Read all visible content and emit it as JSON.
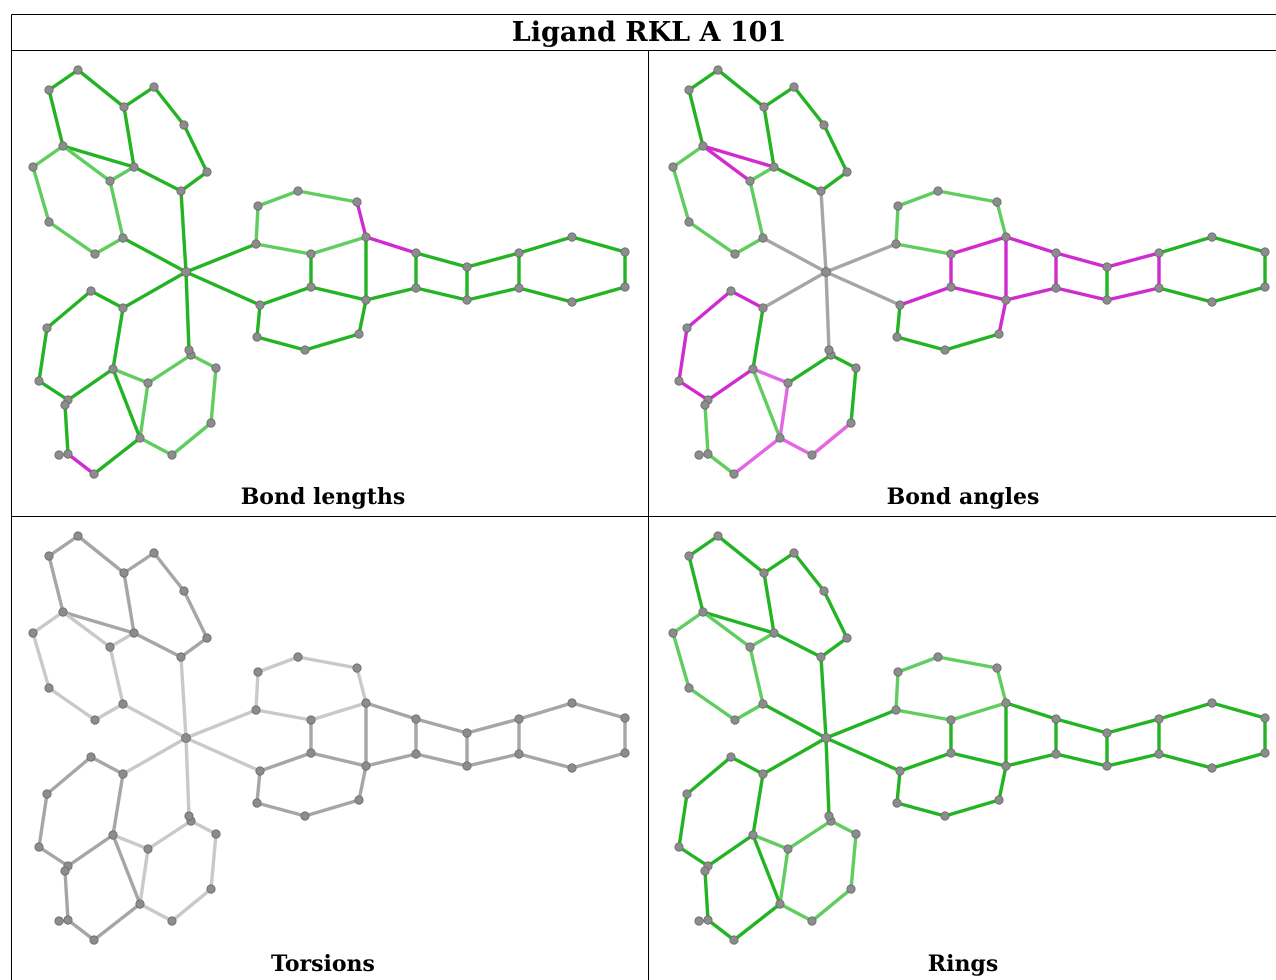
{
  "table": {
    "title": "Ligand RKL A 101"
  },
  "panels": [
    {
      "key": "bond_lengths",
      "caption": "Bond lengths"
    },
    {
      "key": "bond_angles",
      "caption": "Bond angles"
    },
    {
      "key": "torsions",
      "caption": "Torsions"
    },
    {
      "key": "rings",
      "caption": "Rings"
    }
  ],
  "colors": {
    "good_dark": "#22b422",
    "good_light": "#5fcd5f",
    "outlier": "#d12ad1",
    "outlier_light": "#e466e4",
    "neutral": "#a6a6a6",
    "neutral_light": "#c9c9c9",
    "atom": "#8c8c8c"
  },
  "molecule": {
    "center_atom": "metal-center",
    "ligand_count": 3
  }
}
